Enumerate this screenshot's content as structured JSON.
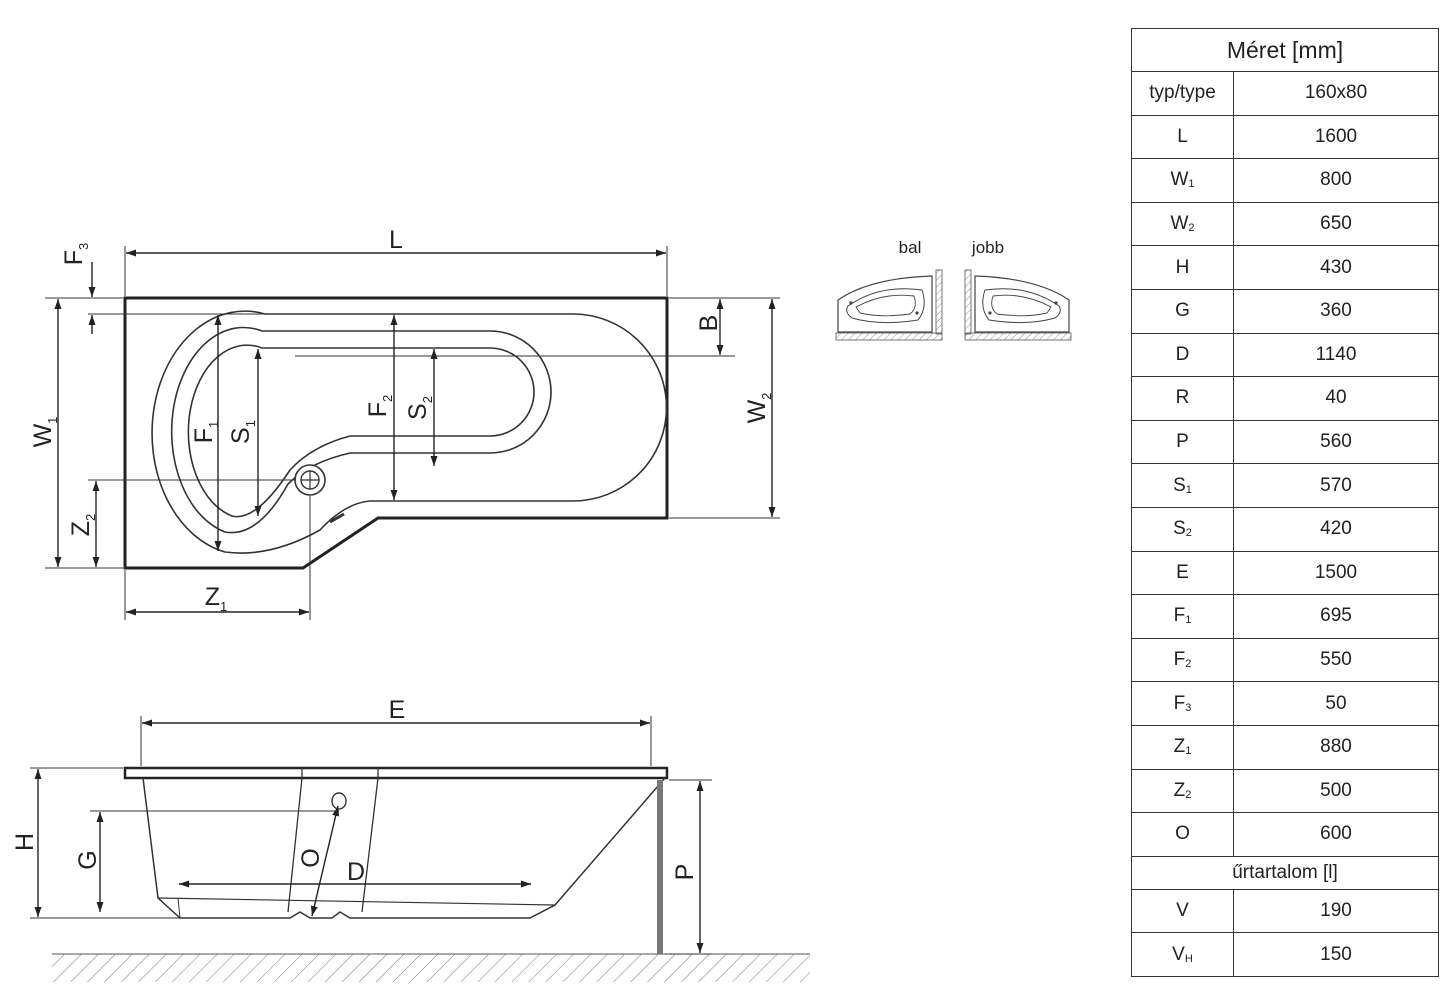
{
  "table": {
    "title": "Méret [mm]",
    "header": {
      "param": "typ/type",
      "value": "160x80"
    },
    "rows": [
      {
        "name": "L",
        "sub": "",
        "value": "1600"
      },
      {
        "name": "W",
        "sub": "1",
        "value": "800"
      },
      {
        "name": "W",
        "sub": "2",
        "value": "650"
      },
      {
        "name": "H",
        "sub": "",
        "value": "430"
      },
      {
        "name": "G",
        "sub": "",
        "value": "360"
      },
      {
        "name": "D",
        "sub": "",
        "value": "1140"
      },
      {
        "name": "R",
        "sub": "",
        "value": "40"
      },
      {
        "name": "P",
        "sub": "",
        "value": "560"
      },
      {
        "name": "S",
        "sub": "1",
        "value": "570"
      },
      {
        "name": "S",
        "sub": "2",
        "value": "420"
      },
      {
        "name": "E",
        "sub": "",
        "value": "1500"
      },
      {
        "name": "F",
        "sub": "1",
        "value": "695"
      },
      {
        "name": "F",
        "sub": "2",
        "value": "550"
      },
      {
        "name": "F",
        "sub": "3",
        "value": "50"
      },
      {
        "name": "Z",
        "sub": "1",
        "value": "880"
      },
      {
        "name": "Z",
        "sub": "2",
        "value": "500"
      },
      {
        "name": "O",
        "sub": "",
        "value": "600"
      }
    ],
    "section_label": "űrtartalom [l]",
    "volume_rows": [
      {
        "name": "V",
        "sub": "",
        "value": "190"
      },
      {
        "name": "V",
        "sub": "H",
        "value": "150"
      }
    ]
  },
  "orientation": {
    "left": "bal",
    "right": "jobb"
  },
  "top_view": {
    "L": "L",
    "B": "B",
    "W1": {
      "main": "W",
      "sub": "1"
    },
    "W2": {
      "main": "W",
      "sub": "2"
    },
    "F1": {
      "main": "F",
      "sub": "1"
    },
    "F2": {
      "main": "F",
      "sub": "2"
    },
    "F3": {
      "main": "F",
      "sub": "3"
    },
    "S1": {
      "main": "S",
      "sub": "1"
    },
    "S2": {
      "main": "S",
      "sub": "2"
    },
    "Z1": {
      "main": "Z",
      "sub": "1"
    },
    "Z2": {
      "main": "Z",
      "sub": "2"
    }
  },
  "side_view": {
    "E": "E",
    "H": "H",
    "G": "G",
    "O": "O",
    "D": "D",
    "P": "P"
  }
}
